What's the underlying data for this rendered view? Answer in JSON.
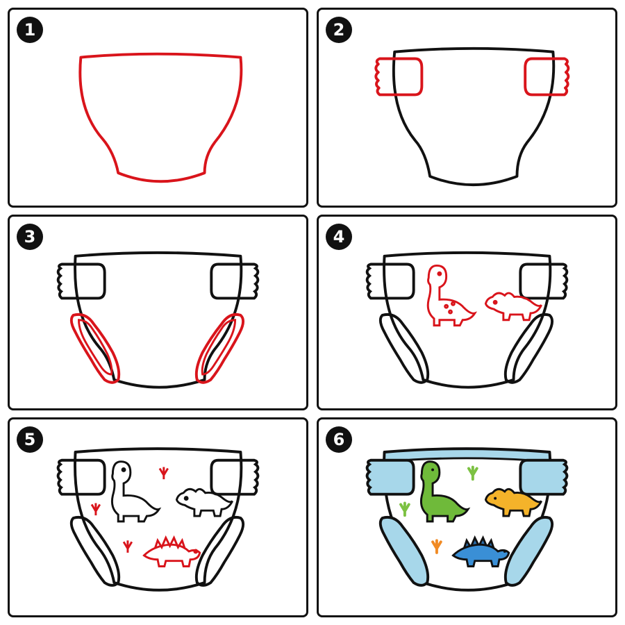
{
  "steps": [
    {
      "number": "1"
    },
    {
      "number": "2"
    },
    {
      "number": "3"
    },
    {
      "number": "4"
    },
    {
      "number": "5"
    },
    {
      "number": "6"
    }
  ],
  "colors": {
    "outline": "#111111",
    "new_stroke": "#d9141b",
    "blue_fill": "#a7d7ea",
    "green_dino": "#6fba3a",
    "orange_dino": "#f4b32a",
    "blue_dino": "#3a8fd6",
    "footprint_green": "#7cc142",
    "footprint_orange": "#f08a24"
  }
}
